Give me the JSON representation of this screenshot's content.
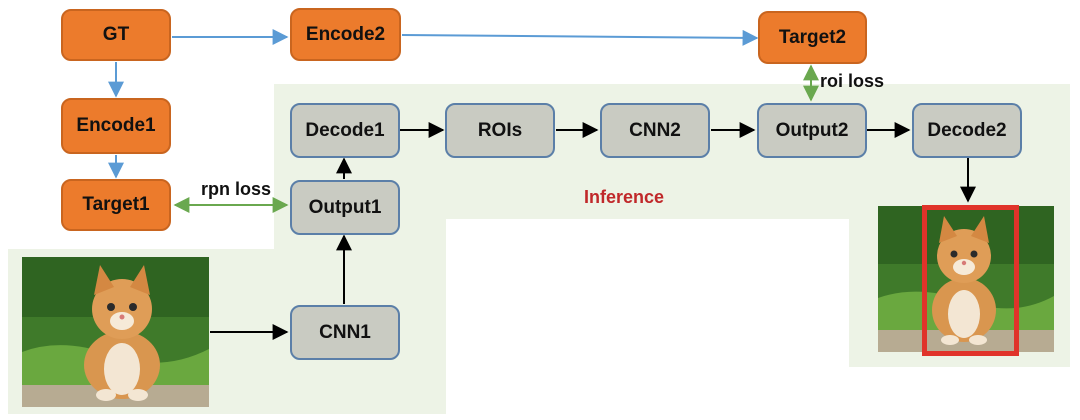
{
  "nodes": {
    "gt": "GT",
    "encode1": "Encode1",
    "encode2": "Encode2",
    "target1": "Target1",
    "target2": "Target2",
    "decode1": "Decode1",
    "rois": "ROIs",
    "cnn2": "CNN2",
    "output2": "Output2",
    "decode2": "Decode2",
    "output1": "Output1",
    "cnn1": "CNN1"
  },
  "labels": {
    "rpn_loss": "rpn loss",
    "roi_loss": "roi loss",
    "inference": "Inference"
  },
  "colors": {
    "encode_box": "#ec7b2c",
    "network_box": "#c9cbc2",
    "region_background": "#edf3e6",
    "loss_arrow": "#6aa84f",
    "gt_arrow": "#5b9bd5",
    "flow_arrow": "#000000",
    "inference_text": "#c0282a",
    "bounding_box": "#e0332a"
  }
}
